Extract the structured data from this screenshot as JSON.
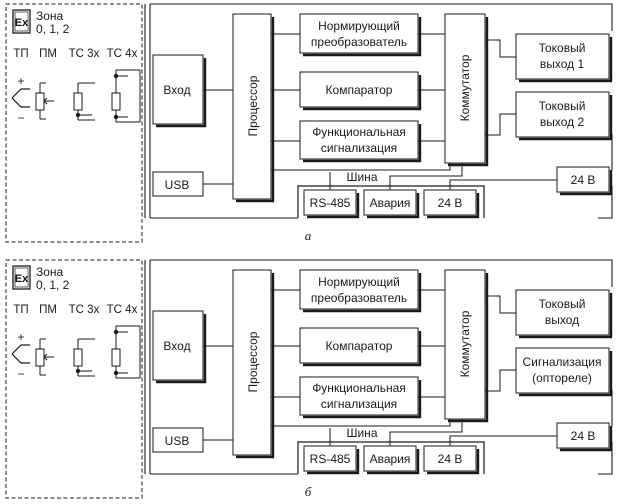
{
  "panels": [
    {
      "caption": "а",
      "zone": {
        "ex": "Ex",
        "line1": "Зона",
        "line2": "0, 1, 2"
      },
      "sensors": [
        "ТП",
        "ПМ",
        "ТС 3х",
        "ТС 4х"
      ],
      "plus": "+",
      "minus": "−",
      "blocks": {
        "input": "Вход",
        "usb": "USB",
        "processor": "Процессор",
        "converter": [
          "Нормирующий",
          "преобразователь"
        ],
        "comparator": "Компаратор",
        "alarm": [
          "Функциональная",
          "сигнализация"
        ],
        "switch": "Коммутатор",
        "bus": "Шина",
        "rs485": "RS-485",
        "avaria": "Авария",
        "power_in": "24 В",
        "power_out": "24 В",
        "out1": [
          "Токовый",
          "выход 1"
        ],
        "out2": [
          "Токовый",
          "выход 2"
        ]
      }
    },
    {
      "caption": "б",
      "zone": {
        "ex": "Ex",
        "line1": "Зона",
        "line2": "0, 1, 2"
      },
      "sensors": [
        "ТП",
        "ПМ",
        "ТС 3х",
        "ТС 4х"
      ],
      "plus": "+",
      "minus": "−",
      "blocks": {
        "input": "Вход",
        "usb": "USB",
        "processor": "Процессор",
        "converter": [
          "Нормирующий",
          "преобразователь"
        ],
        "comparator": "Компаратор",
        "alarm": [
          "Функциональная",
          "сигнализация"
        ],
        "switch": "Коммутатор",
        "bus": "Шина",
        "rs485": "RS-485",
        "avaria": "Авария",
        "power_in": "24 В",
        "power_out": "24 В",
        "out1": [
          "Токовый",
          "выход"
        ],
        "out2": [
          "Сигнализация",
          "(оптореле)"
        ]
      }
    }
  ],
  "colors": {
    "line": "#1a1a1a",
    "background": "#ffffff"
  }
}
